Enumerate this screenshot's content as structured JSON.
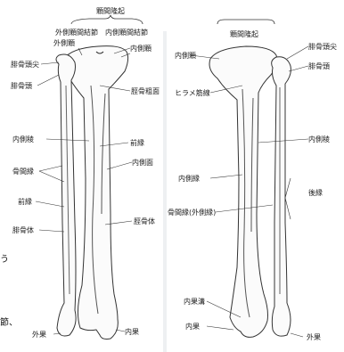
{
  "labels": {
    "top_intercondylar_eminence": "顆間隆起",
    "lateral_intercondylar_tubercle": "外側顆間結節",
    "medial_intercondylar_tubercle": "内側顆間結節",
    "lateral_condyle": "外側顆",
    "medial_condyle_front": "内側顆",
    "fibula_head_apex": "腓骨頭尖",
    "fibula_head_front": "腓骨頭",
    "tibial_tuberosity": "脛骨粗面",
    "medial_crest_front": "内側稜",
    "anterior_border_tibia": "前縁",
    "interosseous_border": "骨間縁",
    "medial_surface": "内側面",
    "anterior_border_fibula": "前縁",
    "fibula_body": "腓骨体",
    "tibia_body": "脛骨体",
    "lateral_malleolus_front": "外果",
    "medial_malleolus_front": "内果",
    "intercondylar_eminence_back": "顆間隆起",
    "medial_condyle_back": "内側顆",
    "fibula_head_apex_back": "腓骨頭尖",
    "fibula_head_back": "腓骨頭",
    "soleal_line": "ヒラメ筋線",
    "medial_crest_back": "内側稜",
    "medial_border_back": "内側縁",
    "posterior_border": "後縁",
    "interosseous_border_back": "骨間縁(外側縁)",
    "malleolar_groove": "内果溝",
    "medial_malleolus_back": "内果",
    "lateral_malleolus_back": "外果"
  },
  "edge_text": {
    "left_fragment_1": "う",
    "left_fragment_2": "節、"
  }
}
